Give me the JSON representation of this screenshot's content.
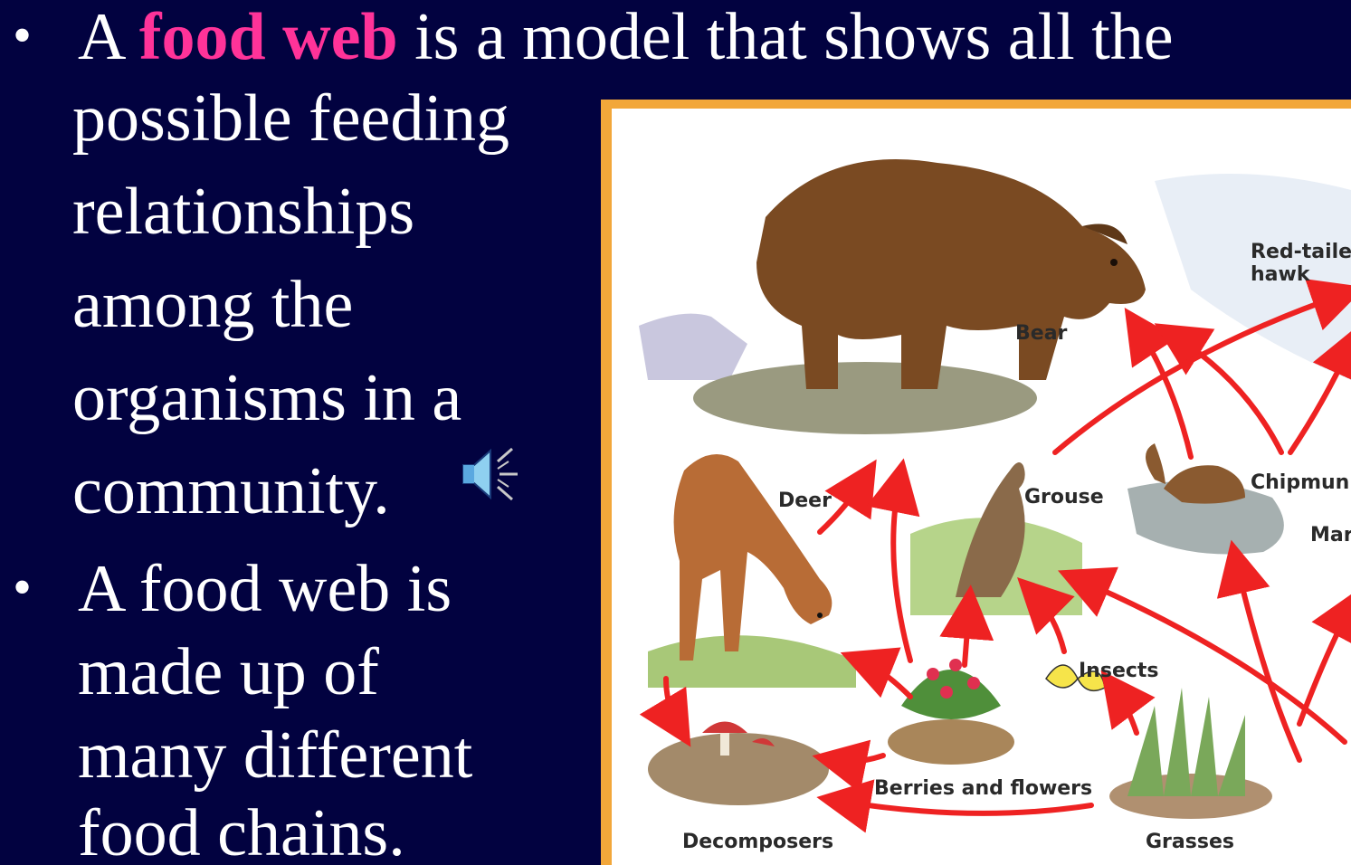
{
  "bullets": [
    {
      "marker": "•",
      "line1_pre": "A ",
      "line1_highlight": "food web",
      "line1_post": " is a model that shows all the",
      "lines": [
        "possible feeding",
        "relationships",
        "among the",
        "organisms in a",
        "community."
      ]
    },
    {
      "marker": "•",
      "lines": [
        "A food web is",
        "made up of",
        "many different",
        "food chains."
      ]
    }
  ],
  "colors": {
    "background": "#020240",
    "highlight": "#ff3399",
    "figure_border": "#f2a73a",
    "arrow": "#ee2222"
  },
  "icons": {
    "speaker": "speaker-icon"
  },
  "figure": {
    "labels": {
      "bear": "Bear",
      "hawk_line1": "Red-tailed",
      "hawk_line2": "hawk",
      "deer": "Deer",
      "grouse": "Grouse",
      "chipmunk": "Chipmunk",
      "marmot": "Mar",
      "insects": "Insects",
      "berries": "Berries and flowers",
      "decomposers": "Decomposers",
      "grasses": "Grasses"
    }
  }
}
